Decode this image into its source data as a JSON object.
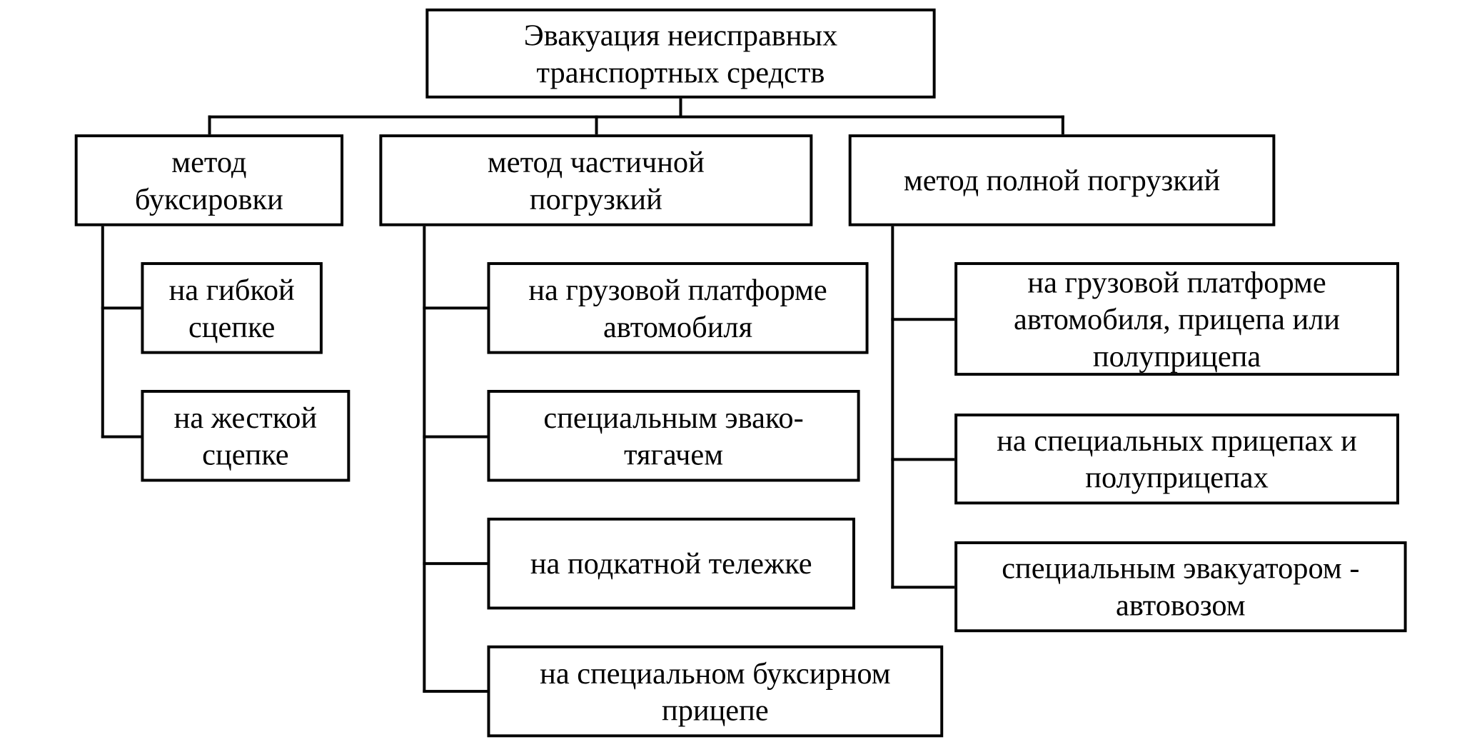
{
  "root": "Эвакуация неисправных\nтранспортных средств",
  "methods": [
    {
      "label": "метод\nбуксировки",
      "children": [
        "на гибкой\nсцепке",
        "на жесткой\nсцепке"
      ]
    },
    {
      "label": "метод частичной\nпогрузкий",
      "children": [
        "на грузовой платформе\nавтомобиля",
        "специальным эвако-\nтягачем",
        "на подкатной тележке",
        "на специальном буксирном\nприцепе"
      ]
    },
    {
      "label": "метод полной погрузкий",
      "children": [
        "на грузовой платформе\nавтомобиля, прицепа или\nполуприцепа",
        "на специальных прицепах и\nполуприцепах",
        "специальным эвакуатором -\nавтовозом"
      ]
    }
  ]
}
